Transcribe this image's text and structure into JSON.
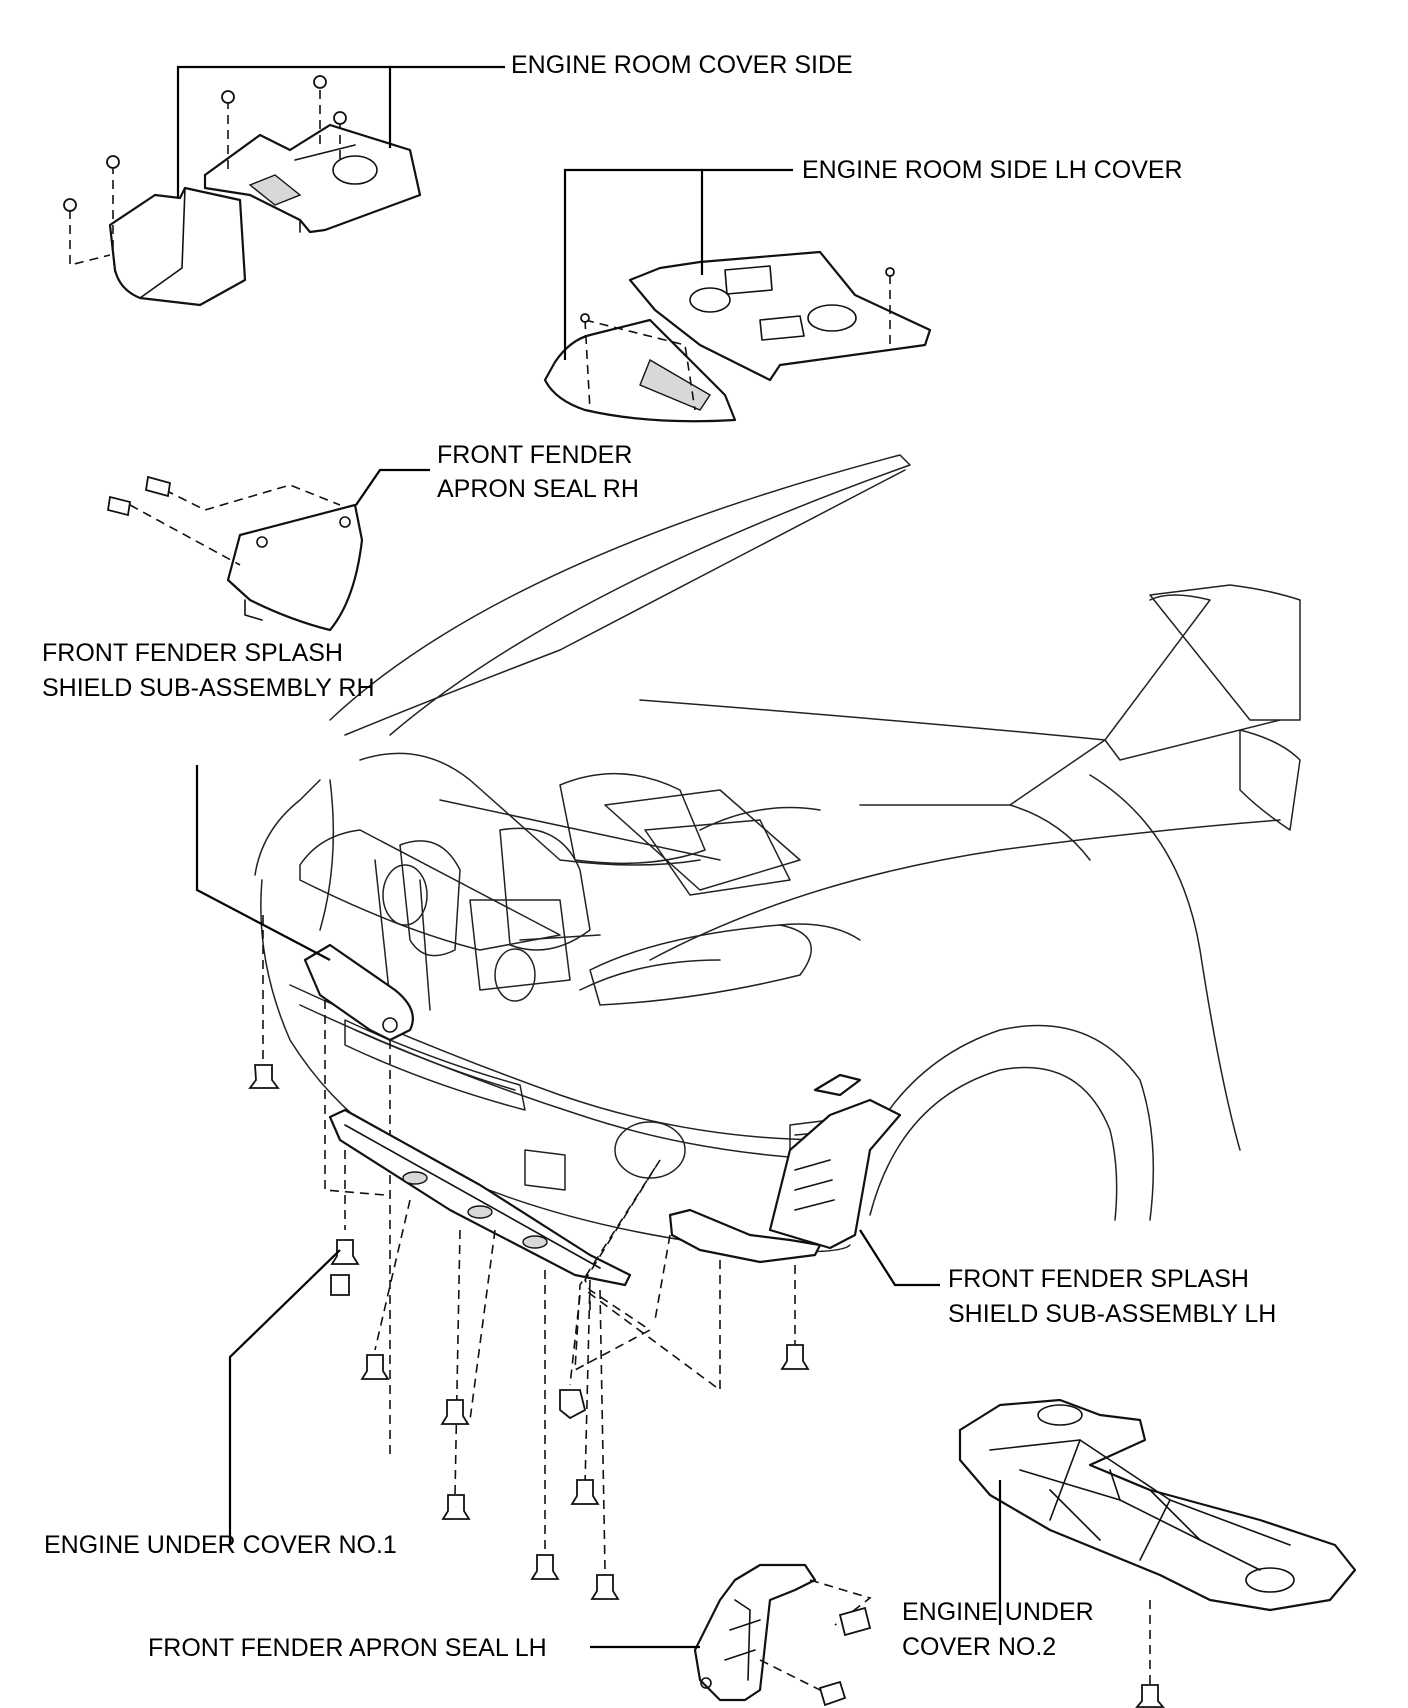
{
  "labels": {
    "engine_room_cover_side": "ENGINE ROOM COVER SIDE",
    "engine_room_side_lh_cover": "ENGINE ROOM SIDE LH COVER",
    "front_fender_apron_seal_rh_1": "FRONT FENDER",
    "front_fender_apron_seal_rh_2": "APRON SEAL RH",
    "front_fender_splash_shield_rh_1": "FRONT FENDER SPLASH",
    "front_fender_splash_shield_rh_2": "SHIELD SUB-ASSEMBLY RH",
    "front_fender_splash_shield_lh_1": "FRONT FENDER SPLASH",
    "front_fender_splash_shield_lh_2": "SHIELD SUB-ASSEMBLY LH",
    "engine_under_cover_no1": "ENGINE UNDER COVER NO.1",
    "engine_under_cover_no2_1": "ENGINE UNDER",
    "engine_under_cover_no2_2": "COVER NO.2",
    "front_fender_apron_seal_lh": "FRONT FENDER APRON SEAL LH"
  }
}
